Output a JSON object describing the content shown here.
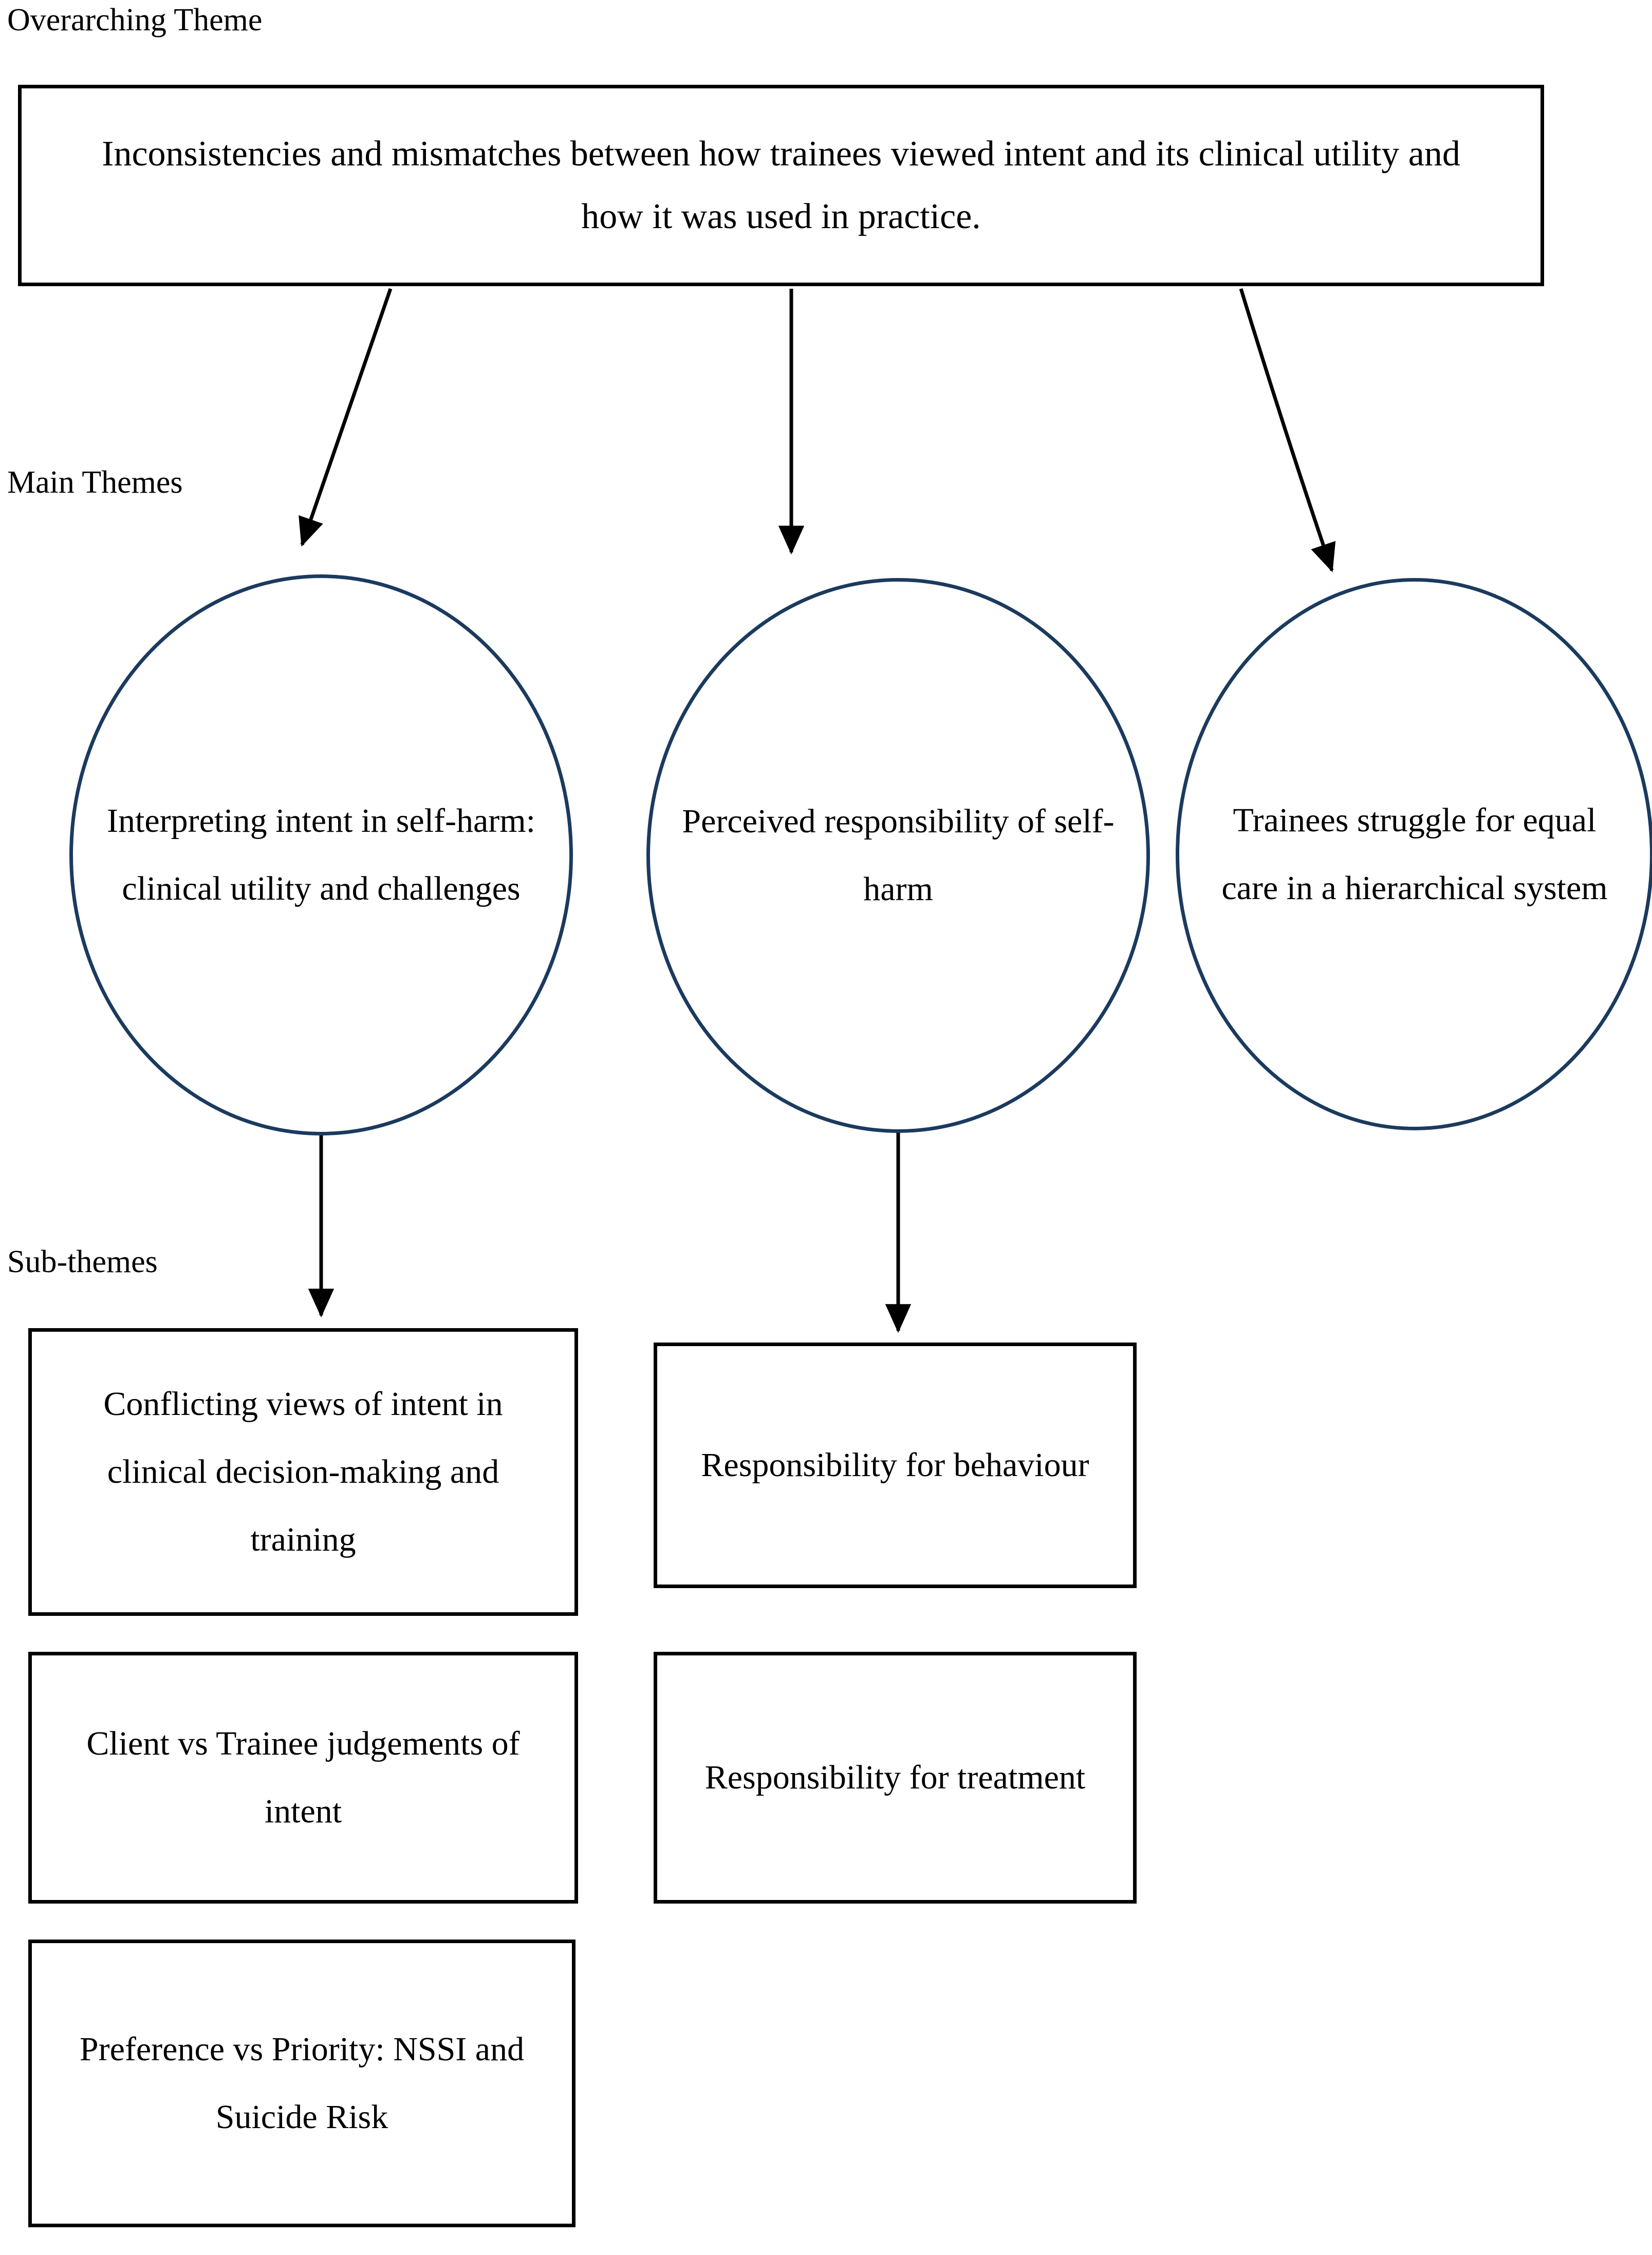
{
  "diagram": {
    "title_label_tiers": {
      "overarching": "Overarching Theme",
      "main": "Main Themes",
      "sub": "Sub-themes"
    },
    "overarching_theme": {
      "text": "Inconsistencies and mismatches between how trainees viewed intent and its clinical utility and how it was used in practice."
    },
    "main_themes": [
      {
        "id": "theme-1",
        "text": "Interpreting intent in self-harm: clinical utility and challenges"
      },
      {
        "id": "theme-2",
        "text": "Perceived responsibility of self-harm"
      },
      {
        "id": "theme-3",
        "text": "Trainees struggle for equal care in a hierarchical system"
      }
    ],
    "sub_themes": [
      {
        "id": "sub-1",
        "parent": "theme-1",
        "text": "Conflicting views of intent in clinical decision-making and training"
      },
      {
        "id": "sub-2",
        "parent": "theme-1",
        "text": "Client vs Trainee judgements of intent"
      },
      {
        "id": "sub-3",
        "parent": "theme-1",
        "text": "Preference vs Priority: NSSI and Suicide Risk"
      },
      {
        "id": "sub-4",
        "parent": "theme-2",
        "text": "Responsibility for behaviour"
      },
      {
        "id": "sub-5",
        "parent": "theme-2",
        "text": "Responsibility for treatment"
      }
    ],
    "colors": {
      "ellipse_stroke": "#1b3a5f",
      "box_stroke": "#000000",
      "text": "#000000",
      "background": "#ffffff"
    }
  }
}
